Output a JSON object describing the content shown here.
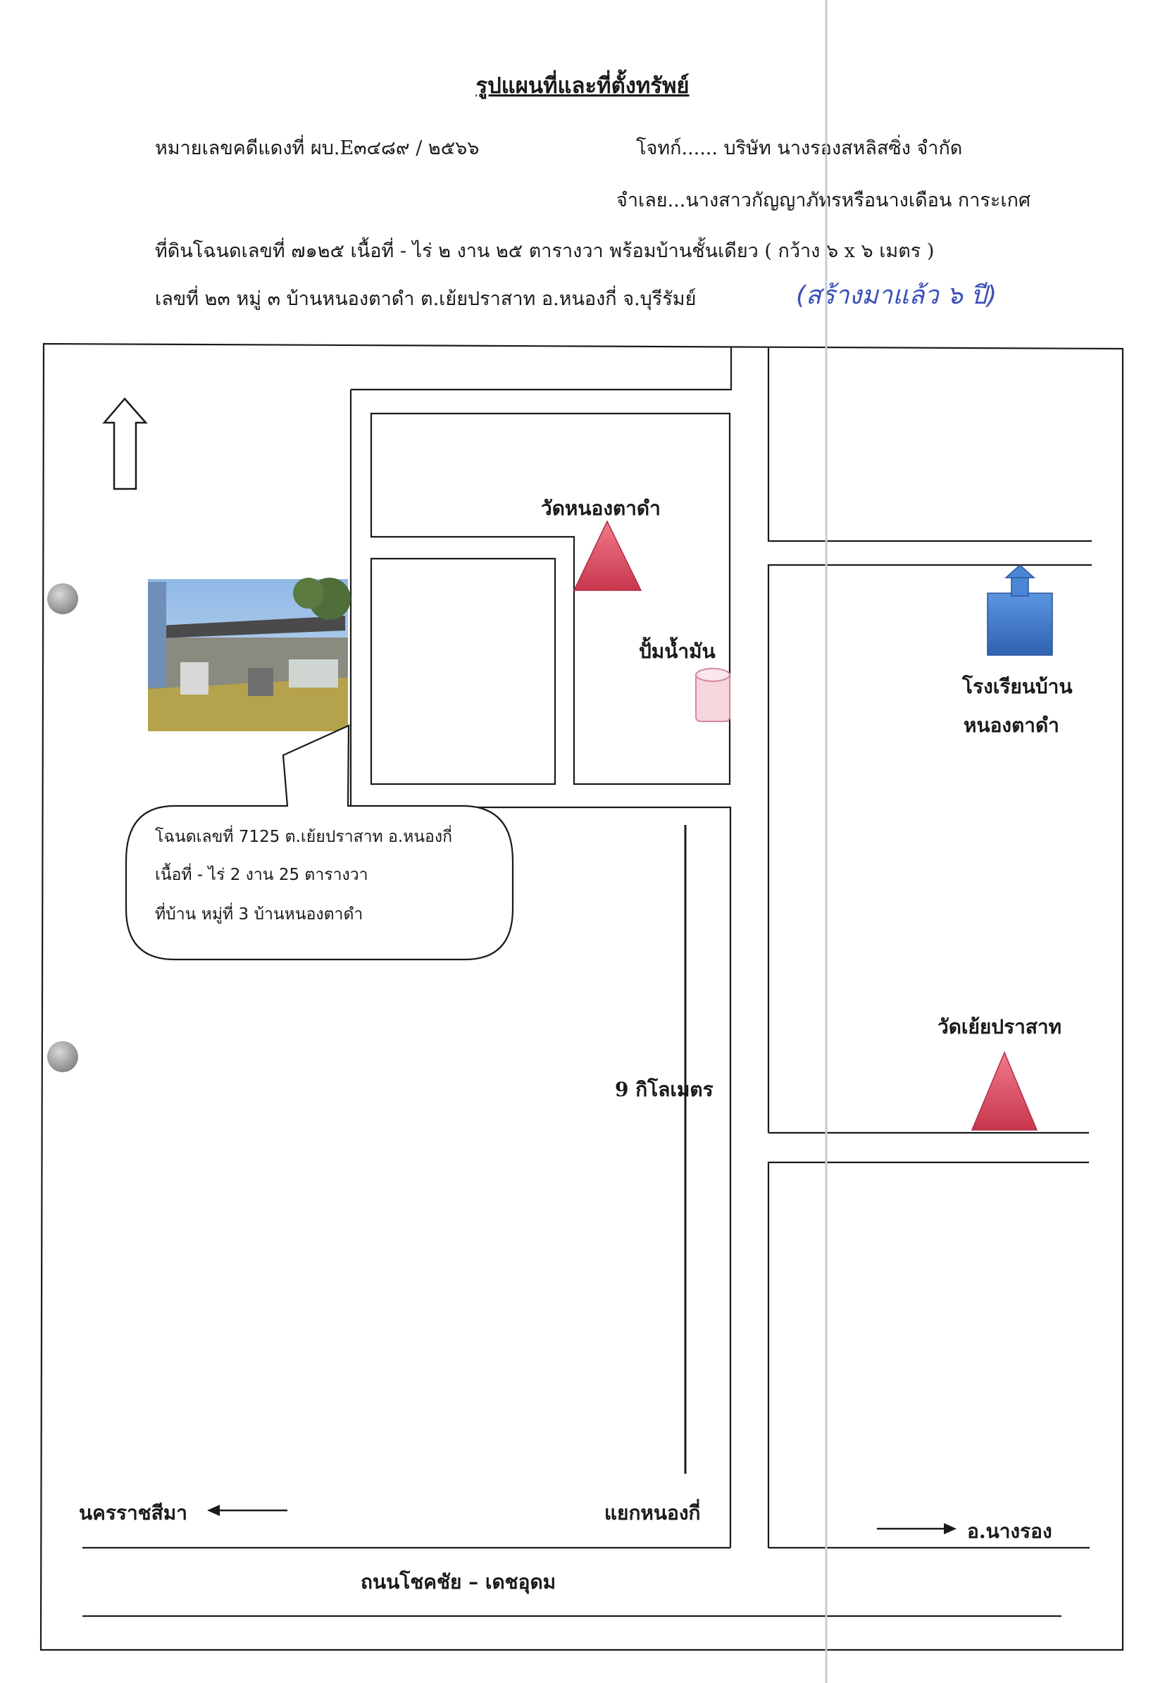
{
  "header": {
    "title": "รูปแผนที่และที่ตั้งทรัพย์",
    "case_number": "หมายเลขคดีแดงที่ ผบ.E๓๔๘๙ / ๒๕๖๖",
    "plaintiff": "โจทก์...... บริษัท นางรองสหลิสซิ่ง จำกัด",
    "defendant": "จำเลย...นางสาวกัญญาภัทรหรือนางเดือน การะเกศ",
    "land_line": "ที่ดินโฉนดเลขที่ ๗๑๒๕ เนื้อที่ - ไร่ ๒ งาน ๒๕ ตารางวา พร้อมบ้านชั้นเดียว ( กว้าง ๖ x ๖ เมตร )",
    "address_line": "เลขที่ ๒๓ หมู่ ๓ บ้านหนองตาดำ ต.เย้ยปราสาท อ.หนองกี่ จ.บุรีรัมย์",
    "handwritten_note": "(สร้างมาแล้ว ๖ ปี)"
  },
  "map": {
    "temple_1": "วัดหนองตาดำ",
    "gas_station": "ปั้มน้ำมัน",
    "school_line1": "โรงเรียนบ้าน",
    "school_line2": "หนองตาดำ",
    "temple_2": "วัดเย้ยปราสาท",
    "distance": "9 กิโลเมตร",
    "junction": "แยกหนองกี่",
    "to_left": "นครราชสีมา",
    "to_right": "อ.นางรอง",
    "main_road": "ถนนโชคชัย – เดชอุดม",
    "callout": {
      "line1": "โฉนดเลขที่ 7125 ต.เย้ยปราสาท อ.หนองกี่",
      "line2": "เนื้อที่ - ไร่ 2 งาน 25 ตารางวา",
      "line3": "ที่บ้าน หมู่ที่ 3 บ้านหนองตาดำ"
    }
  },
  "colors": {
    "temple_marker": "#d9475e",
    "school_marker": "#3f78c9",
    "gas_marker": "#f4c8d2",
    "handwriting": "#3a4fb8"
  },
  "icons": [
    "north-arrow-icon",
    "temple-icon",
    "school-icon",
    "gas-station-icon",
    "left-arrow-icon",
    "right-arrow-icon"
  ]
}
